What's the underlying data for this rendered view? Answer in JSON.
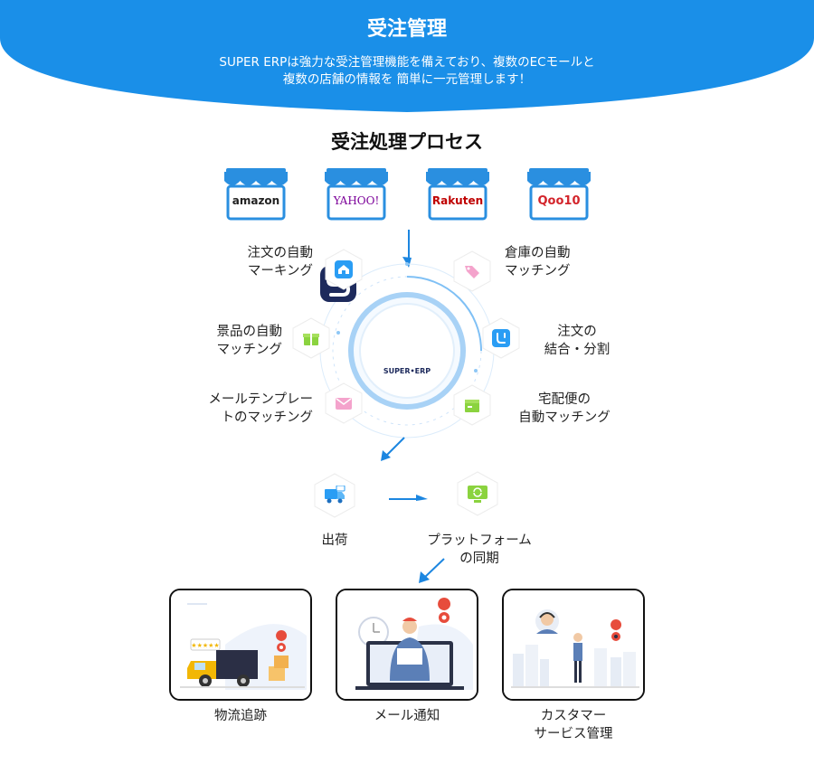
{
  "header": {
    "title": "受注管理",
    "description_lines": [
      "SUPER ERPは強力な受注管理機能を備えており、複数のECモールと",
      "複数の店舗の情報を 簡単に一元管理します！"
    ]
  },
  "process": {
    "title": "受注処理プロセス"
  },
  "stores": [
    {
      "name": "amazon",
      "color": "#222222"
    },
    {
      "name": "YAHOO!",
      "color": "#7b0099"
    },
    {
      "name": "Rakuten",
      "color": "#bf0000"
    },
    {
      "name": "Qoo10",
      "color": "#d3242b"
    }
  ],
  "features": {
    "auto_marking": [
      "注文の自動",
      "マーキング"
    ],
    "warehouse_matching": [
      "倉庫の自動",
      "マッチング"
    ],
    "gift_matching": [
      "景品の自動",
      "マッチング"
    ],
    "order_merge_split": [
      "注文の",
      "結合・分割"
    ],
    "mail_template": [
      "メールテンプレー",
      "トのマッチング"
    ],
    "delivery_matching": [
      "宅配便の",
      "自動マッチング"
    ]
  },
  "hub": {
    "brand": "SUPER•ERP"
  },
  "steps": {
    "shipping": "出荷",
    "platform_sync": [
      "プラットフォーム",
      "の同期"
    ]
  },
  "outcomes": {
    "tracking": "物流追跡",
    "mail_notice": "メール通知",
    "customer_service": [
      "カスタマー",
      "サービス管理"
    ]
  },
  "icons": {
    "auto_marking": "home-icon",
    "warehouse_matching": "tag-icon",
    "gift_matching": "gift-icon",
    "order_merge_split": "merge-icon",
    "mail_template": "mail-icon",
    "delivery_matching": "box-icon",
    "shipping": "truck-icon",
    "platform_sync": "sync-icon"
  },
  "colors": {
    "header_blue": "#1a8fe8",
    "arrow_blue": "#1c86e0",
    "accent_green": "#7bd23b",
    "accent_pink": "#f08cc0"
  }
}
